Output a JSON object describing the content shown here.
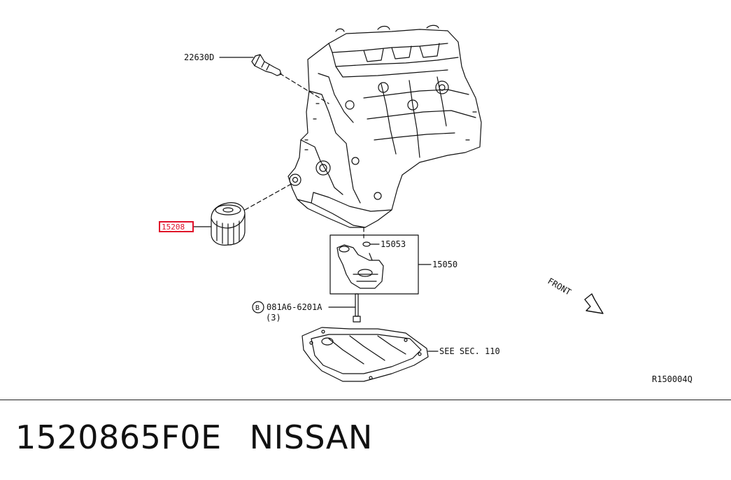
{
  "callouts": {
    "sensor": "22630D",
    "filter": "15208",
    "strainer_part": "15053",
    "strainer_assy": "15050",
    "bolt_symbol": "B",
    "bolt": "081A6-6201A",
    "bolt_qty": "(3)",
    "oil_pan": "SEE SEC. 110",
    "front": "FRONT",
    "diagram_code": "R150004Q"
  },
  "highlight_color": "#e0102a",
  "footer": {
    "part_number": "1520865F0E",
    "brand": "NISSAN"
  }
}
